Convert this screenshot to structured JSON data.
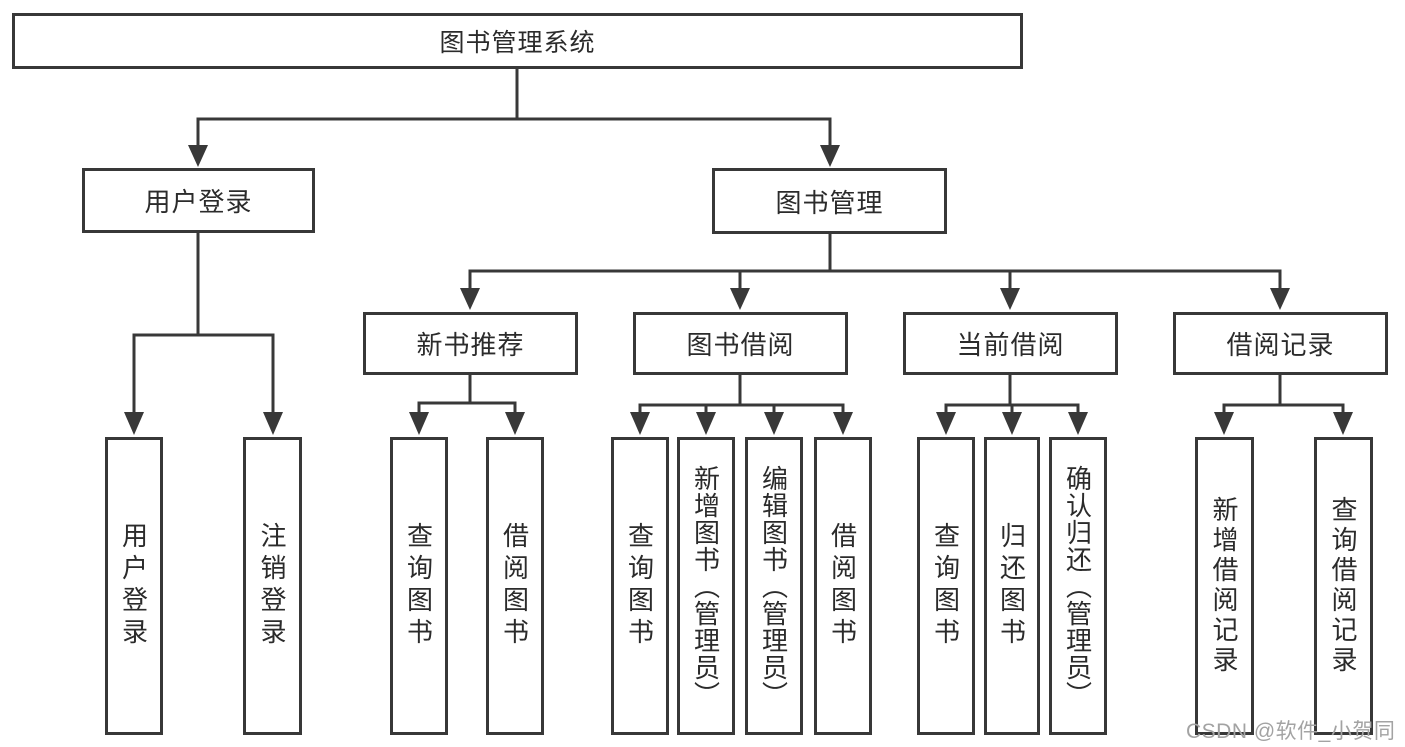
{
  "colors": {
    "line": "#383838",
    "node_border": "#383838",
    "text": "#2b2b2b",
    "watermark": "#a3a3a3",
    "background": "#ffffff"
  },
  "watermark": {
    "text": "CSDN @软件_小贺同学"
  },
  "diagram": {
    "root": {
      "label": "图书管理系统"
    },
    "level2": [
      {
        "label": "用户登录"
      },
      {
        "label": "图书管理"
      }
    ],
    "level3": [
      {
        "label": "新书推荐"
      },
      {
        "label": "图书借阅"
      },
      {
        "label": "当前借阅"
      },
      {
        "label": "借阅记录"
      }
    ],
    "leaves": {
      "user_login": [
        {
          "label": "用户登录"
        },
        {
          "label": "注销登录"
        }
      ],
      "new_book_recommend": [
        {
          "label": "查询图书"
        },
        {
          "label": "借阅图书"
        }
      ],
      "book_borrow": [
        {
          "label": "查询图书"
        },
        {
          "label": "新增图书（管理员）"
        },
        {
          "label": "编辑图书（管理员）"
        },
        {
          "label": "借阅图书"
        }
      ],
      "current_borrow": [
        {
          "label": "查询图书"
        },
        {
          "label": "归还图书"
        },
        {
          "label": "确认归还（管理员）"
        }
      ],
      "borrow_records": [
        {
          "label": "新增借阅记录"
        },
        {
          "label": "查询借阅记录"
        }
      ]
    }
  }
}
